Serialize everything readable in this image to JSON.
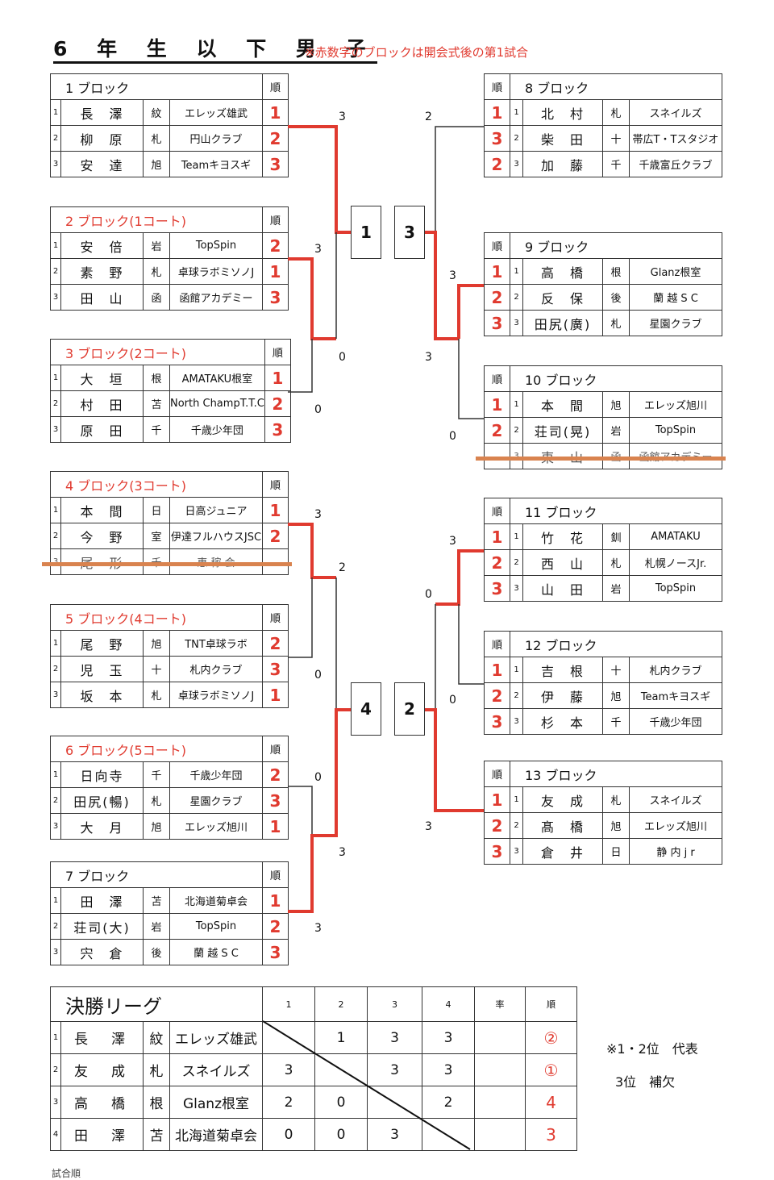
{
  "title": "6 年 生 以 下 男 子",
  "note": "※赤数字のブロックは開会式後の第1試合",
  "rank_header": "順",
  "left_blocks": [
    {
      "label": "1 ブロック",
      "red": false,
      "players": [
        {
          "no": "1",
          "name": "長　澤",
          "pref": "紋",
          "club": "エレッズ雄武",
          "rank": "1"
        },
        {
          "no": "2",
          "name": "柳　原",
          "pref": "札",
          "club": "円山クラブ",
          "rank": "2"
        },
        {
          "no": "3",
          "name": "安　達",
          "pref": "旭",
          "club": "Teamキヨスギ",
          "rank": "3"
        }
      ]
    },
    {
      "label": "2 ブロック(1コート)",
      "red": true,
      "players": [
        {
          "no": "1",
          "name": "安　倍",
          "pref": "岩",
          "club": "TopSpin",
          "rank": "2"
        },
        {
          "no": "2",
          "name": "素　野",
          "pref": "札",
          "club": "卓球ラボミソノJ",
          "rank": "1"
        },
        {
          "no": "3",
          "name": "田　山",
          "pref": "函",
          "club": "函館アカデミー",
          "rank": "3"
        }
      ]
    },
    {
      "label": "3 ブロック(2コート)",
      "red": true,
      "players": [
        {
          "no": "1",
          "name": "大　垣",
          "pref": "根",
          "club": "AMATAKU根室",
          "rank": "1"
        },
        {
          "no": "2",
          "name": "村　田",
          "pref": "苫",
          "club": "North ChampT.T.C",
          "rank": "2"
        },
        {
          "no": "3",
          "name": "原　田",
          "pref": "千",
          "club": "千歳少年団",
          "rank": "3"
        }
      ]
    },
    {
      "label": "4 ブロック(3コート)",
      "red": true,
      "players": [
        {
          "no": "1",
          "name": "本　間",
          "pref": "日",
          "club": "日高ジュニア",
          "rank": "1"
        },
        {
          "no": "2",
          "name": "今　野",
          "pref": "室",
          "club": "伊達フルハウスJSC",
          "rank": "2"
        },
        {
          "no": "3",
          "name": "尾　形",
          "pref": "千",
          "club": "恵 稼 会",
          "rank": "",
          "withdrawn": true
        }
      ]
    },
    {
      "label": "5 ブロック(4コート)",
      "red": true,
      "players": [
        {
          "no": "1",
          "name": "尾　野",
          "pref": "旭",
          "club": "TNT卓球ラボ",
          "rank": "2"
        },
        {
          "no": "2",
          "name": "児　玉",
          "pref": "十",
          "club": "札内クラブ",
          "rank": "3"
        },
        {
          "no": "3",
          "name": "坂　本",
          "pref": "札",
          "club": "卓球ラボミソノJ",
          "rank": "1"
        }
      ]
    },
    {
      "label": "6 ブロック(5コート)",
      "red": true,
      "players": [
        {
          "no": "1",
          "name": "日向寺",
          "pref": "千",
          "club": "千歳少年団",
          "rank": "2"
        },
        {
          "no": "2",
          "name": "田尻(暢)",
          "pref": "札",
          "club": "星園クラブ",
          "rank": "3"
        },
        {
          "no": "3",
          "name": "大　月",
          "pref": "旭",
          "club": "エレッズ旭川",
          "rank": "1"
        }
      ]
    },
    {
      "label": "7 ブロック",
      "red": false,
      "players": [
        {
          "no": "1",
          "name": "田　澤",
          "pref": "苫",
          "club": "北海道菊卓会",
          "rank": "1"
        },
        {
          "no": "2",
          "name": "荘司(大)",
          "pref": "岩",
          "club": "TopSpin",
          "rank": "2"
        },
        {
          "no": "3",
          "name": "宍　倉",
          "pref": "後",
          "club": "蘭 越 S C",
          "rank": "3"
        }
      ]
    }
  ],
  "right_blocks": [
    {
      "label": "8 ブロック",
      "players": [
        {
          "no": "1",
          "name": "北　村",
          "pref": "札",
          "club": "スネイルズ",
          "rank": "1"
        },
        {
          "no": "2",
          "name": "柴　田",
          "pref": "十",
          "club": "帯広T・Tスタジオ",
          "rank": "3"
        },
        {
          "no": "3",
          "name": "加　藤",
          "pref": "千",
          "club": "千歳富丘クラブ",
          "rank": "2"
        }
      ]
    },
    {
      "label": "9 ブロック",
      "players": [
        {
          "no": "1",
          "name": "高　橋",
          "pref": "根",
          "club": "Glanz根室",
          "rank": "1"
        },
        {
          "no": "2",
          "name": "反　保",
          "pref": "後",
          "club": "蘭 越 S C",
          "rank": "2"
        },
        {
          "no": "3",
          "name": "田尻(廣)",
          "pref": "札",
          "club": "星園クラブ",
          "rank": "3"
        }
      ]
    },
    {
      "label": "10 ブロック",
      "players": [
        {
          "no": "1",
          "name": "本　間",
          "pref": "旭",
          "club": "エレッズ旭川",
          "rank": "1"
        },
        {
          "no": "2",
          "name": "荘司(晃)",
          "pref": "岩",
          "club": "TopSpin",
          "rank": "2"
        },
        {
          "no": "3",
          "name": "東　山",
          "pref": "函",
          "club": "函館アカデミー",
          "rank": "",
          "withdrawn": true
        }
      ]
    },
    {
      "label": "11 ブロック",
      "players": [
        {
          "no": "1",
          "name": "竹　花",
          "pref": "釧",
          "club": "AMATAKU",
          "rank": "1"
        },
        {
          "no": "2",
          "name": "西　山",
          "pref": "札",
          "club": "札幌ノースJr.",
          "rank": "2"
        },
        {
          "no": "3",
          "name": "山　田",
          "pref": "岩",
          "club": "TopSpin",
          "rank": "3"
        }
      ]
    },
    {
      "label": "12 ブロック",
      "players": [
        {
          "no": "1",
          "name": "吉　根",
          "pref": "十",
          "club": "札内クラブ",
          "rank": "1"
        },
        {
          "no": "2",
          "name": "伊　藤",
          "pref": "旭",
          "club": "Teamキヨスギ",
          "rank": "2"
        },
        {
          "no": "3",
          "name": "杉　本",
          "pref": "千",
          "club": "千歳少年団",
          "rank": "3"
        }
      ]
    },
    {
      "label": "13 ブロック",
      "players": [
        {
          "no": "1",
          "name": "友　成",
          "pref": "札",
          "club": "スネイルズ",
          "rank": "1"
        },
        {
          "no": "2",
          "name": "髙　橋",
          "pref": "旭",
          "club": "エレッズ旭川",
          "rank": "2"
        },
        {
          "no": "3",
          "name": "倉　井",
          "pref": "日",
          "club": "静 内 j r",
          "rank": "3"
        }
      ]
    }
  ],
  "bracket": {
    "boxes": {
      "top_left": "1",
      "top_right": "3",
      "bottom_left": "4",
      "bottom_right": "2"
    },
    "scores": {
      "b1": "3",
      "b2_3": "3",
      "b2_3_lower": "0",
      "b3": "0",
      "b8": "2",
      "b9": "3",
      "b9_10": "3",
      "b10": "0",
      "b4": "3",
      "b4_5": "2",
      "b5": "0",
      "b6": "0",
      "b6_7": "3",
      "b7": "3",
      "b11": "3",
      "b11_12": "0",
      "b12": "0",
      "b13": "3"
    }
  },
  "final_league": {
    "title": "決勝リーグ",
    "headers": [
      "1",
      "2",
      "3",
      "4",
      "率",
      "順"
    ],
    "rows": [
      {
        "no": "1",
        "name": "長　澤",
        "pref": "紋",
        "club": "エレッズ雄武",
        "scores": [
          "",
          "1",
          "3",
          "3"
        ],
        "rate": "",
        "rank": "②"
      },
      {
        "no": "2",
        "name": "友　成",
        "pref": "札",
        "club": "スネイルズ",
        "scores": [
          "3",
          "",
          "3",
          "3"
        ],
        "rate": "",
        "rank": "①"
      },
      {
        "no": "3",
        "name": "高　橋",
        "pref": "根",
        "club": "Glanz根室",
        "scores": [
          "2",
          "0",
          "",
          "2"
        ],
        "rate": "",
        "rank": "4"
      },
      {
        "no": "4",
        "name": "田　澤",
        "pref": "苫",
        "club": "北海道菊卓会",
        "scores": [
          "0",
          "0",
          "3",
          ""
        ],
        "rate": "",
        "rank": "3"
      }
    ],
    "note_line1": "※1・2位　代表",
    "note_line2": "3位　補欠"
  },
  "bottom_cut_text": "試合順",
  "colors": {
    "accent_red": "#e03a2f",
    "strike_orange": "#d9834f"
  }
}
